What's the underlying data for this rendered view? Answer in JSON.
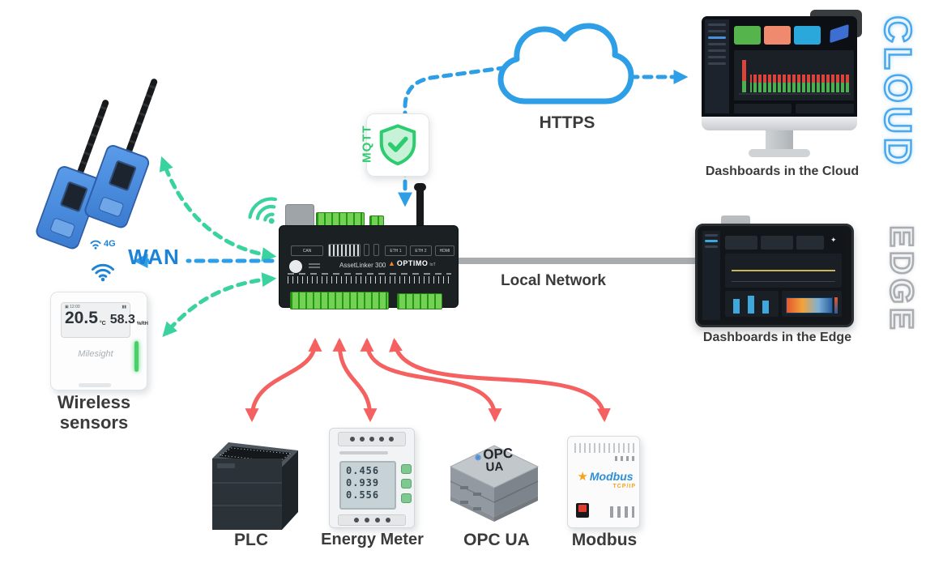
{
  "zones": {
    "cloud": "CLOUD",
    "edge": "EDGE"
  },
  "links": {
    "mqtt": "MQTT",
    "https": "HTTPS",
    "wan": "WAN",
    "local_network": "Local Network",
    "cellular": "4G"
  },
  "wireless_sensors": {
    "label_line1": "Wireless",
    "label_line2": "sensors",
    "display": {
      "temperature": "20.5",
      "temperature_unit": "°C",
      "humidity": "58.3",
      "humidity_unit": "%RH",
      "brand": "Milesight"
    }
  },
  "gateway": {
    "model": "AssetLinker 300",
    "brand": "OPTIMO",
    "brand_suffix": "IoT",
    "ports": {
      "can": "CAN",
      "eth1": "ETH 1",
      "eth2": "ETH 2",
      "hdmi": "HDMI"
    }
  },
  "cloud_dashboard": {
    "label": "Dashboards in the Cloud"
  },
  "edge_dashboard": {
    "label": "Dashboards in the Edge"
  },
  "field_devices": {
    "plc": {
      "label": "PLC"
    },
    "energy_meter": {
      "label": "Energy Meter",
      "lcd_rows": [
        "0.456",
        "0.939",
        "0.556"
      ]
    },
    "opc_ua": {
      "label": "OPC UA",
      "cube_line1": "OPC",
      "cube_line2": "UA"
    },
    "modbus": {
      "label": "Modbus",
      "logo": "Modbus",
      "logo_sub": "TCP/IP"
    }
  },
  "colors": {
    "green_link": "#3ad29f",
    "blue_link": "#2e9fe6",
    "red_link": "#f56060",
    "label_gray": "#3b3b3b",
    "cloud_accent": "#4aa8ec",
    "edge_accent": "#a9acb0",
    "shield_green": "#2ecc71"
  }
}
